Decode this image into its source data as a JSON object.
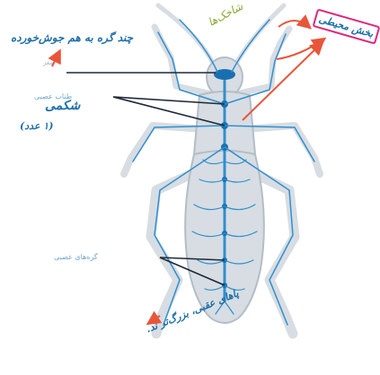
{
  "labels": {
    "fused_ganglia": "چند گره به هم جوش‌خورده",
    "brain": "مغز",
    "nerve_cord": "طناب عصبی",
    "abdominal": "شکمی",
    "count": "(۱ عدد)",
    "ganglia": "گره‌های عصبی",
    "branched": "شاخک‌ها",
    "peripheral": "بخش محیطی",
    "hind_legs": "پاهای عقبی، بزرگ‌تر ند."
  },
  "colors": {
    "body_fill": "#d7dde2",
    "body_outline": "#b3bec7",
    "nerve": "#2f8fd0",
    "nerve_dark": "#1a6fb0",
    "pointer": "#1e2a36",
    "annotation_arrow": "#e8563a",
    "peripheral_border": "#e0267a"
  }
}
